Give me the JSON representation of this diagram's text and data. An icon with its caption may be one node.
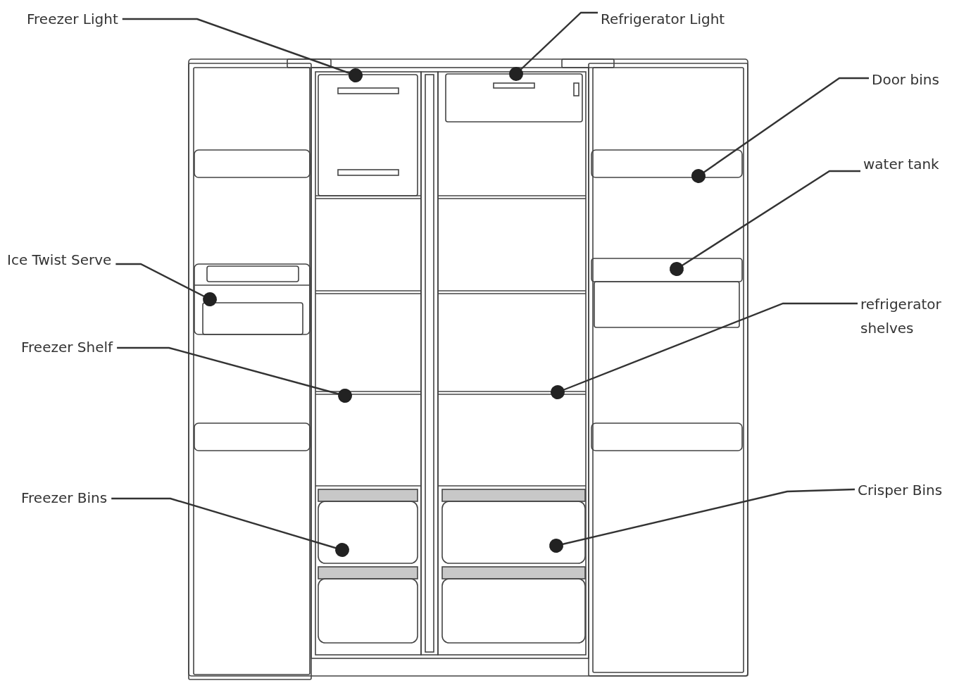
{
  "diagram": {
    "nodes": [
      {
        "text": [
          "Freezer Light"
        ]
      },
      {
        "text": [
          "Refrigerator Light"
        ]
      },
      {
        "text": [
          "Door bins"
        ]
      },
      {
        "text": [
          "water tank"
        ]
      },
      {
        "text": [
          "Ice Twist Serve"
        ]
      },
      {
        "text": [
          "refrigerator shelves"
        ]
      },
      {
        "text": [
          "Freezer Shelf"
        ]
      },
      {
        "text": [
          "Freezer Bins"
        ]
      },
      {
        "text": [
          "Crisper Bins"
        ]
      }
    ],
    "edges": [
      {
        "from": 0,
        "to": null,
        "arrow": "other"
      },
      {
        "from": 1,
        "to": null,
        "arrow": "other"
      },
      {
        "from": 2,
        "to": null,
        "arrow": "other"
      },
      {
        "from": 3,
        "to": null,
        "arrow": "other"
      },
      {
        "from": 4,
        "to": null,
        "arrow": "other"
      },
      {
        "from": 5,
        "to": null,
        "arrow": "other"
      },
      {
        "from": 6,
        "to": null,
        "arrow": "other"
      },
      {
        "from": 7,
        "to": null,
        "arrow": "other"
      },
      {
        "from": 8,
        "to": null,
        "arrow": "other"
      }
    ]
  }
}
